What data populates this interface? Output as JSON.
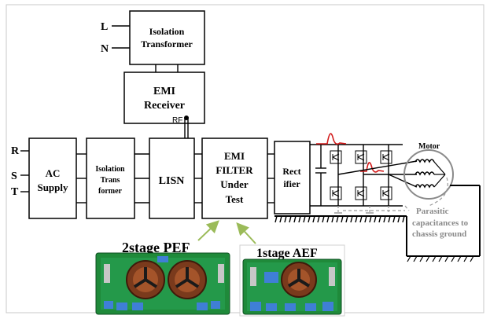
{
  "inputs": {
    "l": "L",
    "n": "N",
    "r": "R",
    "s": "S",
    "t": "T"
  },
  "blocks": {
    "iso_top": [
      "Isolation",
      "Transformer"
    ],
    "emi_receiver": [
      "EMI",
      "Receiver"
    ],
    "ac_supply": [
      "AC",
      "Supply"
    ],
    "iso_mid": [
      "Isolation",
      "Trans",
      "former"
    ],
    "lisn": "LISN",
    "emi_filter": [
      "EMI",
      "FILTER",
      "Under",
      "Test"
    ],
    "rectifier": [
      "Rect",
      "ifier"
    ]
  },
  "ports": {
    "rf_top": "RF",
    "rf_bottom": "RF"
  },
  "motor": "Motor",
  "parasitic": [
    "Parasitic",
    "capacitances to",
    "chassis ground"
  ],
  "photos": {
    "pef": "2stage PEF",
    "aef": "1stage AEF"
  },
  "colors": {
    "noise_spike": "#d21a1a",
    "arrow_green": "#9bbb59",
    "parasitic_gray": "#8a8a8a",
    "pcb_green": "#1f8a3a"
  }
}
